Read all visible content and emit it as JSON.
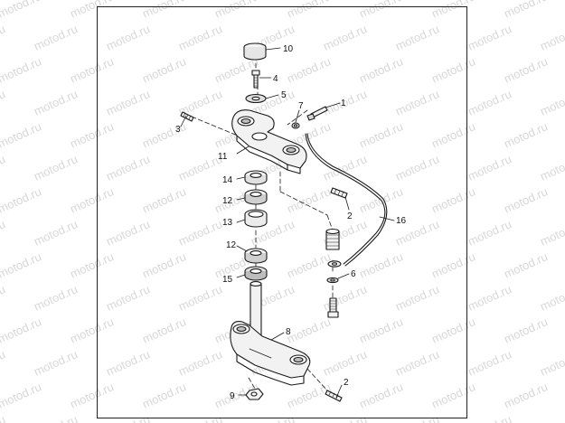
{
  "watermark": {
    "text": "motod.ru"
  },
  "callouts": [
    {
      "id": "10",
      "label": "10"
    },
    {
      "id": "4",
      "label": "4"
    },
    {
      "id": "5",
      "label": "5"
    },
    {
      "id": "7",
      "label": "7"
    },
    {
      "id": "1",
      "label": "1"
    },
    {
      "id": "3",
      "label": "3"
    },
    {
      "id": "11",
      "label": "11"
    },
    {
      "id": "14",
      "label": "14"
    },
    {
      "id": "2a",
      "label": "2"
    },
    {
      "id": "12a",
      "label": "12"
    },
    {
      "id": "16",
      "label": "16"
    },
    {
      "id": "13",
      "label": "13"
    },
    {
      "id": "12b",
      "label": "12"
    },
    {
      "id": "6",
      "label": "6"
    },
    {
      "id": "15",
      "label": "15"
    },
    {
      "id": "8",
      "label": "8"
    },
    {
      "id": "2b",
      "label": "2"
    },
    {
      "id": "9",
      "label": "9"
    }
  ],
  "colors": {
    "line": "#1a1a1a",
    "fill": "#f2f2f2",
    "shade": "#bdbdbd",
    "watermark": "#d8d8d8"
  }
}
